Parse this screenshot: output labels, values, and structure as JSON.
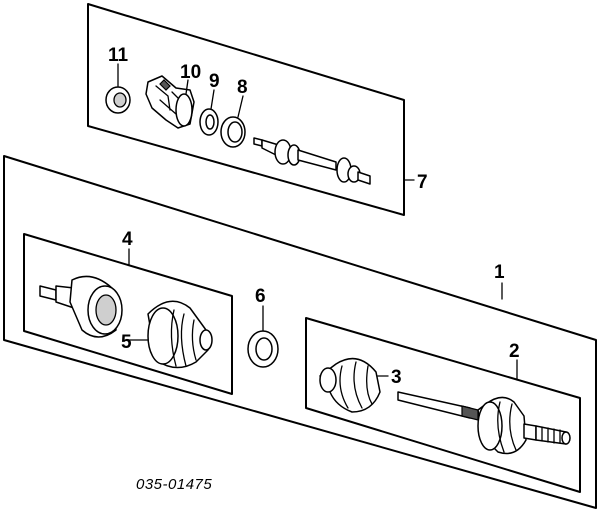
{
  "diagram": {
    "callouts": {
      "c1": "1",
      "c2": "2",
      "c3": "3",
      "c4": "4",
      "c5": "5",
      "c6": "6",
      "c7": "7",
      "c8": "8",
      "c9": "9",
      "c10": "10",
      "c11": "11"
    },
    "part_code": "035-01475"
  }
}
